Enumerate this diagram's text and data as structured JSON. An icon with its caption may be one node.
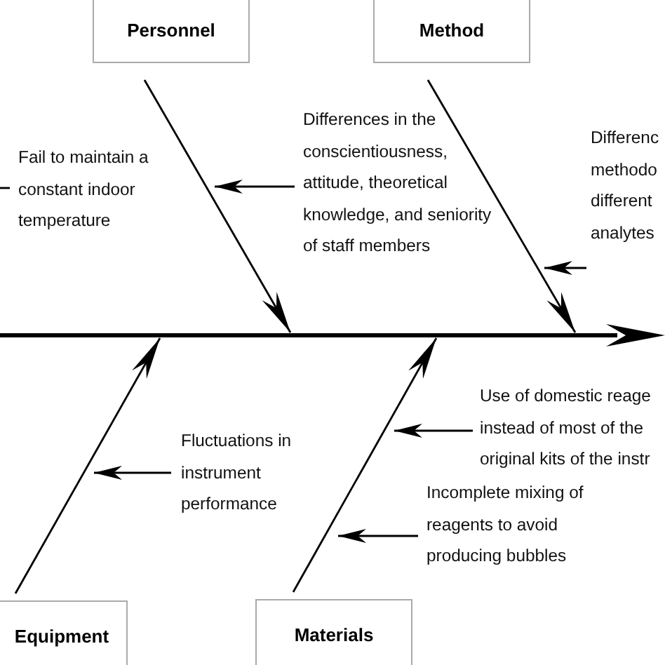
{
  "diagram": {
    "nodes": [
      {
        "text": [
          "Personnel"
        ]
      },
      {
        "text": [
          "Method"
        ]
      },
      {
        "text": [
          "Equipment"
        ]
      },
      {
        "text": [
          "Materials"
        ]
      },
      {
        "text": [
          "Fail to maintain a constant indoor temperature"
        ]
      },
      {
        "text": [
          "Differences in the conscientiousness, attitude, theoretical knowledge, and seniority of staff members"
        ]
      },
      {
        "text": [
          "Differenc methodo different analytes"
        ]
      },
      {
        "text": [
          "Fluctuations in instrument performance"
        ]
      },
      {
        "text": [
          "Use of domestic reage instead of most of the original kits of the instr"
        ]
      },
      {
        "text": [
          "Incomplete mixing of reagents to avoid producing bubbles"
        ]
      },
      {
        "text": [],
        "shape": "bar"
      }
    ],
    "edges": [
      {
        "from": 0,
        "to": 10,
        "arrow": "to"
      },
      {
        "from": 1,
        "to": 10,
        "arrow": "to"
      },
      {
        "from": 2,
        "to": 10,
        "arrow": "to"
      },
      {
        "from": 3,
        "to": 10,
        "arrow": "to"
      },
      {
        "from": 4,
        "to": null,
        "arrow": "none"
      },
      {
        "from": 5,
        "to": null,
        "arrow": "to"
      },
      {
        "from": 6,
        "to": null,
        "arrow": "to"
      },
      {
        "from": 7,
        "to": null,
        "arrow": "to"
      },
      {
        "from": 8,
        "to": null,
        "arrow": "to"
      },
      {
        "from": 9,
        "to": null,
        "arrow": "to"
      }
    ]
  }
}
